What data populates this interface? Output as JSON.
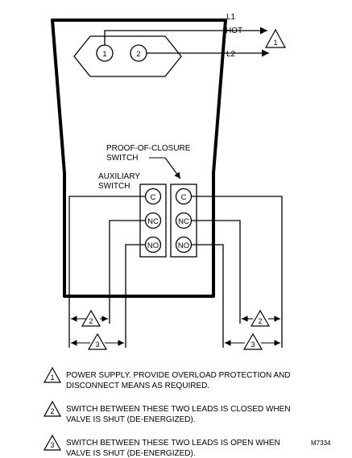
{
  "labels": {
    "l1": "L1",
    "hot": "HOT",
    "l2": "L2",
    "proof_line1": "PROOF-OF-CLOSURE",
    "proof_line2": "SWITCH",
    "aux_line1": "AUXILIARY",
    "aux_line2": "SWITCH",
    "drawing_code": "M7334"
  },
  "supply_terminals": [
    "1",
    "2"
  ],
  "switch_terminals": [
    "C",
    "NC",
    "NO"
  ],
  "callouts": [
    "1",
    "2",
    "3"
  ],
  "notes": [
    {
      "marker": "1",
      "line1": "POWER SUPPLY. PROVIDE OVERLOAD PROTECTION AND",
      "line2": "DISCONNECT MEANS AS REQUIRED."
    },
    {
      "marker": "2",
      "line1": "SWITCH BETWEEN THESE TWO LEADS IS CLOSED WHEN",
      "line2": "VALVE IS SHUT (DE-ENERGIZED)."
    },
    {
      "marker": "3",
      "line1": "SWITCH BETWEEN THESE TWO LEADS IS OPEN WHEN",
      "line2": "VALVE IS SHUT (DE-ENERGIZED)."
    }
  ]
}
